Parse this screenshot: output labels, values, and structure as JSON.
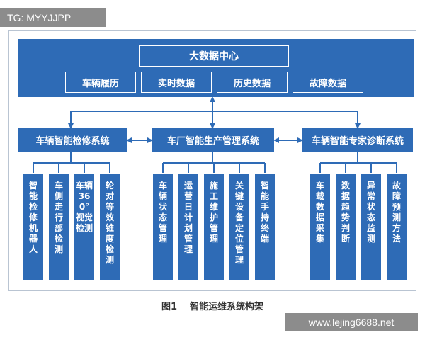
{
  "watermark_top": "TG: MYYJJPP",
  "watermark_bottom": "www.lejing6688.net",
  "top": {
    "title": "大数据中心",
    "items": [
      "车辆履历",
      "实时数据",
      "历史数据",
      "故障数据"
    ]
  },
  "systems": [
    {
      "label": "车辆智能检修系统",
      "children": [
        "智能检修机器人",
        "车侧走行部检测",
        "车辆360°视觉检测",
        "轮对等效锥度检测"
      ]
    },
    {
      "label": "车厂智能生产管理系统",
      "children": [
        "车辆状态管理",
        "运营日计划管理",
        "施工维护管理",
        "关键设备定位管理",
        "智能手持终端"
      ]
    },
    {
      "label": "车辆智能专家诊断系统",
      "children": [
        "车载数据采集",
        "数据趋势判断",
        "异常状态监测",
        "故障预测方法"
      ]
    }
  ],
  "caption": {
    "figure": "图1",
    "title": "智能运维系统构架"
  },
  "colors": {
    "box": "#2e6bb6",
    "line": "#2e6bb6",
    "frame": "#b9c4d2"
  }
}
